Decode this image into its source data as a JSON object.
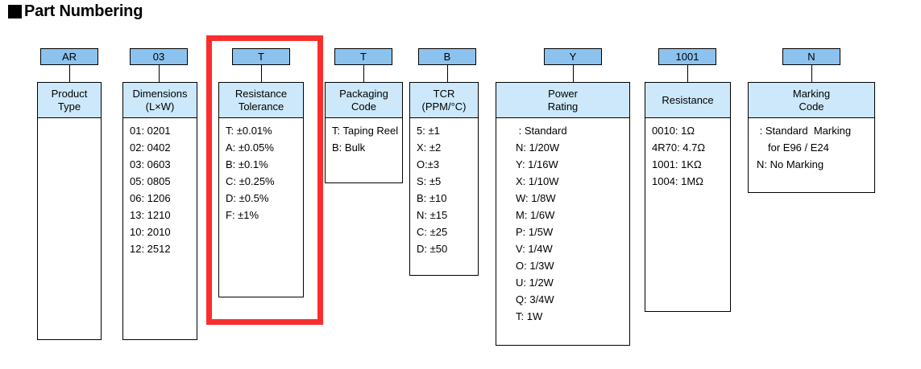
{
  "title": {
    "bullet": "square-bullet",
    "text": "Part Numbering"
  },
  "highlight": {
    "color": "#FB2E2E",
    "target_column": "Resistance Tolerance"
  },
  "colors": {
    "code_box_fill": "#8CC3EE",
    "title_box_fill": "#CCE8FA",
    "border": "#000000",
    "highlight": "#FB2E2E"
  },
  "example_part_number": "AR 03 T T B Y 1001 N",
  "columns": [
    {
      "code": "AR",
      "title_line1": "Product",
      "title_line2": "Type",
      "items": []
    },
    {
      "code": "03",
      "title_line1": "Dimensions",
      "title_line2": "(L×W)",
      "items": [
        "01: 0201",
        "02: 0402",
        "03: 0603",
        "05: 0805",
        "06: 1206",
        "13: 1210",
        "10: 2010",
        "12: 2512"
      ]
    },
    {
      "code": "T",
      "title_line1": "Resistance",
      "title_line2": "Tolerance",
      "items": [
        "T: ±0.01%",
        "A: ±0.05%",
        "B: ±0.1%",
        "C: ±0.25%",
        "D: ±0.5%",
        "F: ±1%"
      ]
    },
    {
      "code": "T",
      "title_line1": "Packaging",
      "title_line2": "Code",
      "items": [
        "T: Taping Reel",
        "B: Bulk"
      ]
    },
    {
      "code": "B",
      "title_line1": "TCR",
      "title_line2": "(PPM/°C)",
      "items": [
        "5: ±1",
        "X: ±2",
        "O:±3",
        "S: ±5",
        "B: ±10",
        "N: ±15",
        "C: ±25",
        "D: ±50"
      ]
    },
    {
      "code": "Y",
      "title_line1": "Power",
      "title_line2": "Rating",
      "items": [
        " : Standard",
        "N: 1/20W",
        "Y: 1/16W",
        "X: 1/10W",
        "W: 1/8W",
        "M: 1/6W",
        "P: 1/5W",
        "V: 1/4W",
        "O: 1/3W",
        "U: 1/2W",
        "Q: 3/4W",
        "T: 1W"
      ]
    },
    {
      "code": "1001",
      "title_line1": "Resistance",
      "title_line2": "",
      "items": [
        "0010: 1Ω",
        "4R70: 4.7Ω",
        "1001: 1KΩ",
        "1004: 1MΩ"
      ]
    },
    {
      "code": "N",
      "title_line1": "Marking",
      "title_line2": "Code",
      "items": [
        " : Standard  Marking",
        "for E96 / E24",
        "N: No Marking"
      ]
    }
  ]
}
